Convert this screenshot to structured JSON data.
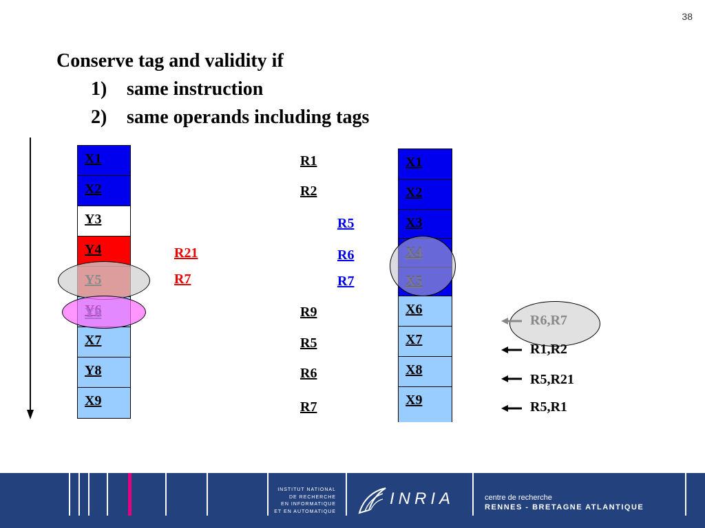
{
  "slide_number": "38",
  "title": {
    "heading": "Conserve tag  and validity if",
    "items": [
      {
        "num": "1)",
        "text": "same instruction"
      },
      {
        "num": "2)",
        "text": "same operands including tags"
      }
    ]
  },
  "left_column": [
    "X1",
    "X2",
    "Y3",
    "Y4",
    "Y5",
    "Y6",
    "X7",
    "Y8",
    "X9"
  ],
  "red_labels": [
    "R21",
    "R7"
  ],
  "mid_labels": [
    "R1",
    "R2",
    "R9",
    "R5",
    "R6",
    "R7"
  ],
  "blue_labels": [
    "R5",
    "R6",
    "R7"
  ],
  "right_column": [
    "X1",
    "X2",
    "X3",
    "X4",
    "X5",
    "X6",
    "X7",
    "X8",
    "X9"
  ],
  "arrow_labels": [
    "R6,R7",
    "R1,R2",
    "R5,R21",
    "R5,R1"
  ],
  "colors": {
    "dark_blue": "#0000ee",
    "light_blue": "#99ccff",
    "red": "#ff0000",
    "pink": "#ff66ff",
    "footer": "#23427d"
  },
  "footer": {
    "institute": [
      "INSTITUT NATIONAL",
      "DE RECHERCHE",
      "EN INFORMATIQUE",
      "ET EN AUTOMATIQUE"
    ],
    "logo": "INRIA",
    "centre_line1": "centre de recherche",
    "centre_line2": "RENNES - BRETAGNE ATLANTIQUE"
  }
}
